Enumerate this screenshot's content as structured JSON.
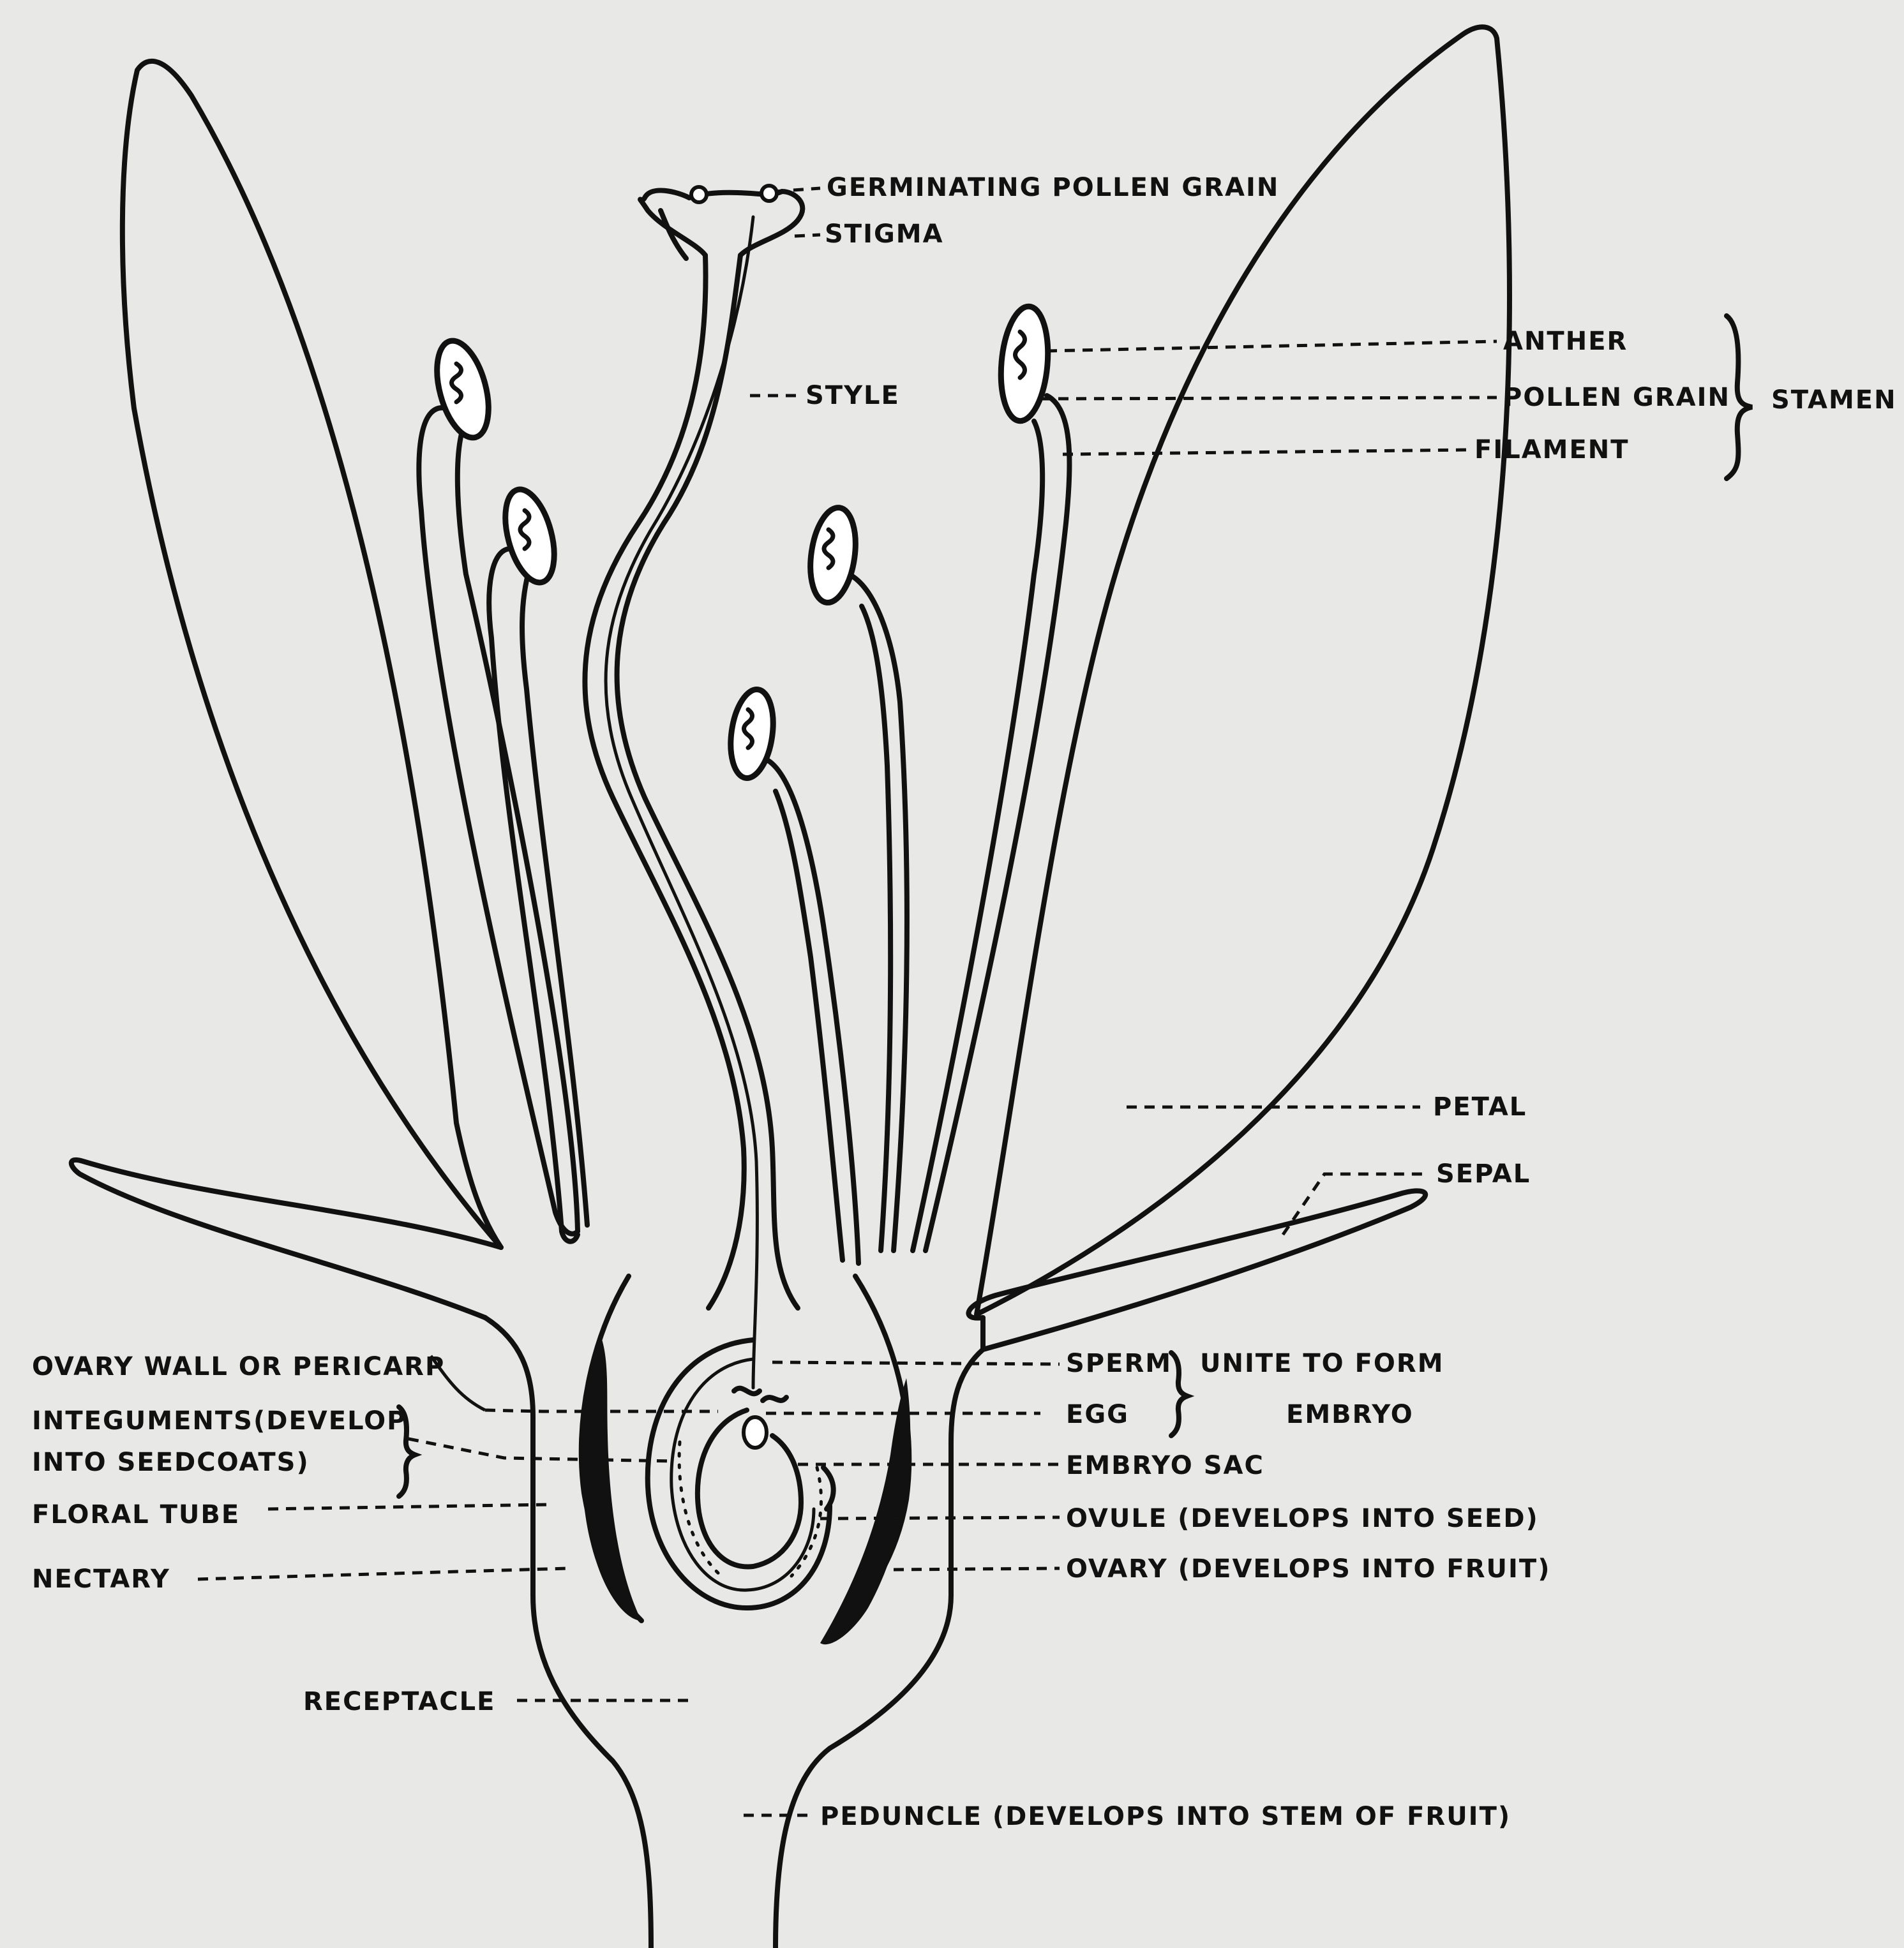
{
  "diagram": {
    "labels": {
      "germinating_pollen_grain": "GERMINATING POLLEN GRAIN",
      "stigma": "STIGMA",
      "style": "STYLE",
      "anther": "ANTHER",
      "pollen_grain": "POLLEN GRAIN",
      "filament": "FILAMENT",
      "stamen": "STAMEN",
      "petal": "PETAL",
      "sepal": "SEPAL",
      "ovary_wall": "OVARY WALL OR PERICARP",
      "integuments_1": "INTEGUMENTS(DEVELOP",
      "integuments_2": "INTO SEEDCOATS)",
      "floral_tube": "FLORAL TUBE",
      "nectary": "NECTARY",
      "receptacle": "RECEPTACLE",
      "sperm": "SPERM",
      "egg": "EGG",
      "unite_1": "UNITE TO FORM",
      "unite_2": "EMBRYO",
      "embryo_sac": "EMBRYO SAC",
      "ovule": "OVULE (DEVELOPS INTO SEED)",
      "ovary": "OVARY (DEVELOPS INTO FRUIT)",
      "peduncle": "PEDUNCLE (DEVELOPS INTO STEM OF FRUIT)"
    }
  }
}
